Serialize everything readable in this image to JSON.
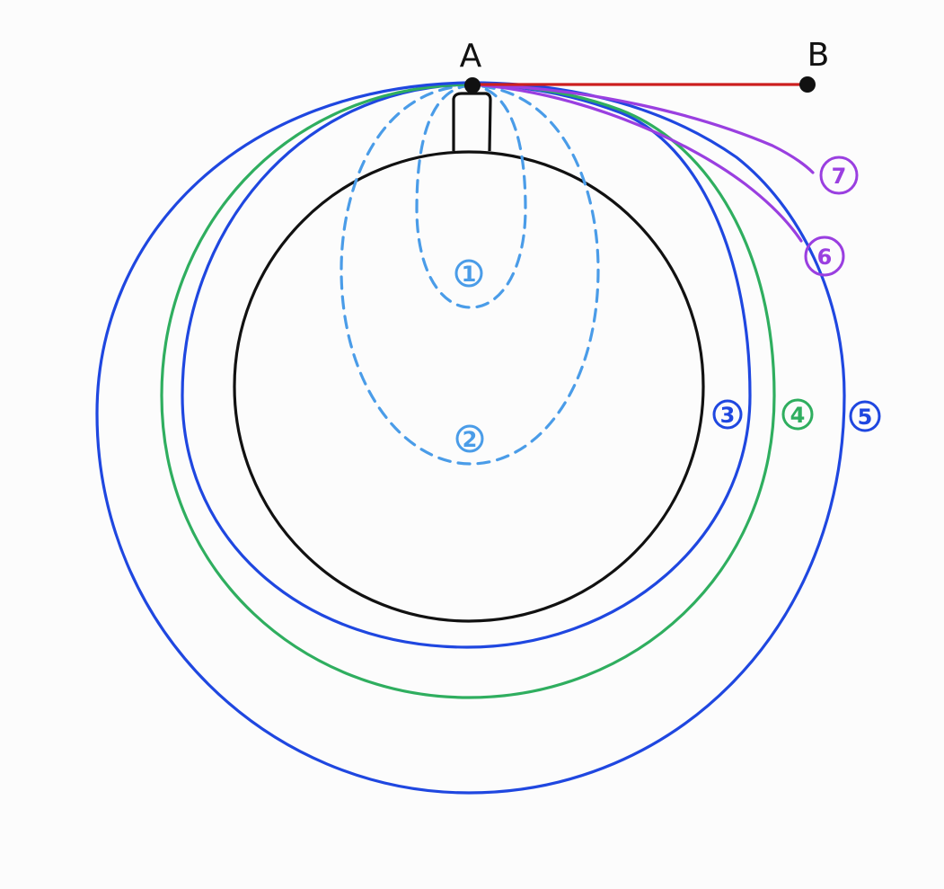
{
  "points": {
    "a": "A",
    "b": "B"
  },
  "orbits": [
    {
      "id": "1",
      "label": "1",
      "color": "#4a9ce8",
      "dashed": true
    },
    {
      "id": "2",
      "label": "2",
      "color": "#4a9ce8",
      "dashed": true
    },
    {
      "id": "3",
      "label": "3",
      "color": "#1f47e0",
      "dashed": false
    },
    {
      "id": "4",
      "label": "4",
      "color": "#2fae5f",
      "dashed": false
    },
    {
      "id": "5",
      "label": "5",
      "color": "#1f47e0",
      "dashed": false
    },
    {
      "id": "6",
      "label": "6",
      "color": "#9a3fe0",
      "dashed": false
    },
    {
      "id": "7",
      "label": "7",
      "color": "#9a3fe0",
      "dashed": false
    }
  ],
  "colors": {
    "planet": "#111111",
    "line_ab": "#cc1f1f",
    "background": "#fcfcfc"
  }
}
